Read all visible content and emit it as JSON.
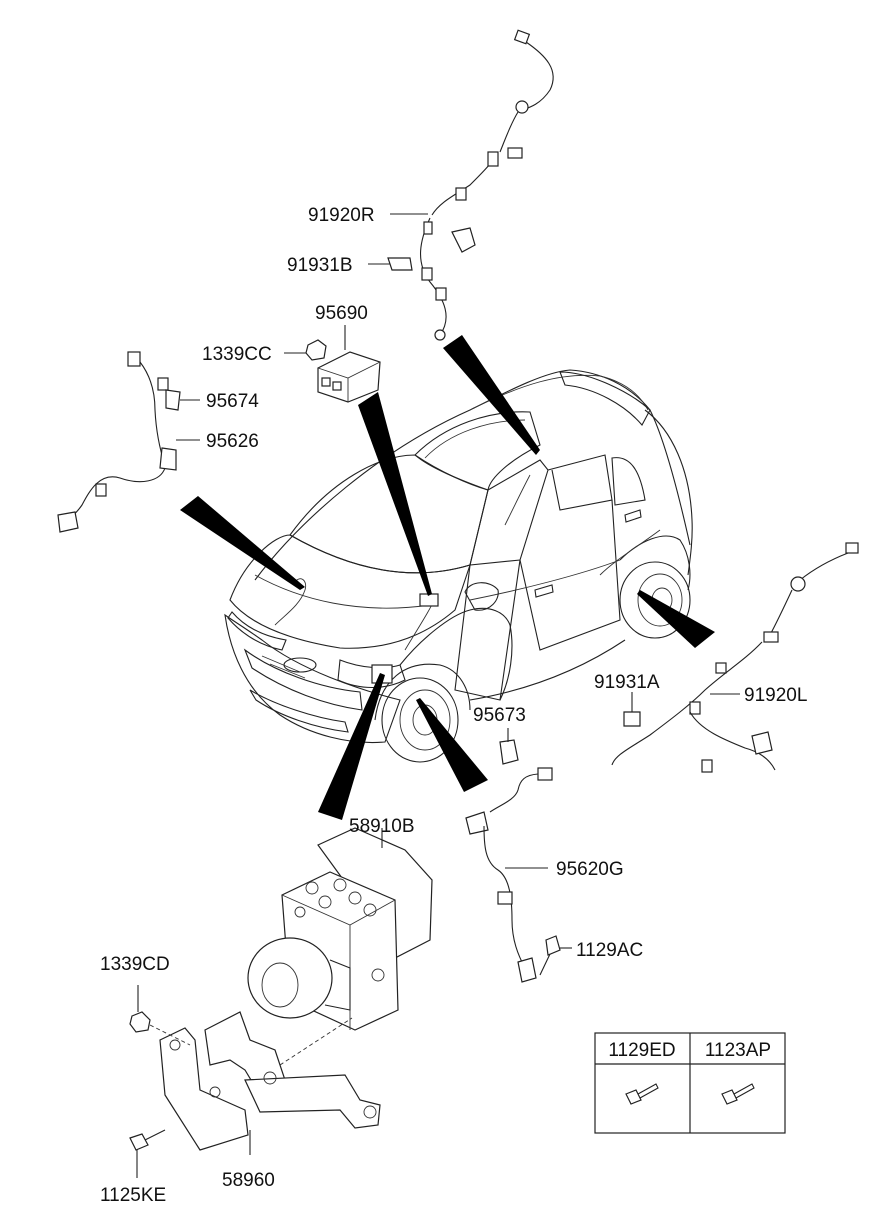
{
  "parts": {
    "p91920R": "91920R",
    "p91931B": "91931B",
    "p95690": "95690",
    "p1339CC": "1339CC",
    "p95674": "95674",
    "p95626": "95626",
    "p91931A": "91931A",
    "p91920L": "91920L",
    "p95673": "95673",
    "p58910B": "58910B",
    "p95620G": "95620G",
    "p1129AC": "1129AC",
    "p1339CD": "1339CD",
    "p58960": "58960",
    "p1125KE": "1125KE"
  },
  "fastener_table": {
    "headers": [
      "1129ED",
      "1123AP"
    ]
  }
}
